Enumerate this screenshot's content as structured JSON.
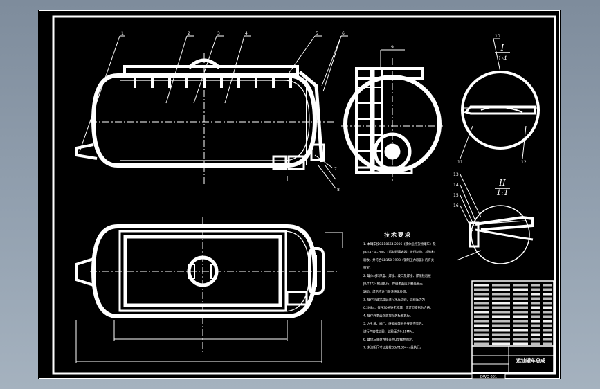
{
  "drawing": {
    "colors": {
      "background": "#000000",
      "line": "#ffffff",
      "frame": "#e8e8e8"
    },
    "callouts": {
      "main_view": [
        "1",
        "2",
        "3",
        "4",
        "5",
        "6",
        "7",
        "8"
      ],
      "side_view": [
        "9"
      ],
      "detail_i_leader": [
        "10"
      ],
      "detail_i_side": [
        "11",
        "12"
      ],
      "detail_ii": [
        "13",
        "14",
        "15",
        "16"
      ]
    },
    "detail_i_label": {
      "numeral": "I",
      "scale": "1:4"
    },
    "detail_ii_label": {
      "numeral": "II",
      "scale": "1:1"
    },
    "tech_requirements": {
      "title": "技术要求",
      "lines": [
        "1. 本罐车按GB18564-2006《液体危险货物罐车》及",
        "   JB/T4734-2002《铝制焊接容器》进行制造、检验和",
        "   验收，并符合GB150-1998《钢制压力容器》的有关",
        "   规定。",
        "2. 罐体材料厚度、焊接、坡口及焊接、焊缝检验按",
        "   JB/T4734附录执行，焊缝表面应平整光滑无",
        "   缺陷，焊后应进行酸洗钝化处理。",
        "3. 罐体制造完成后进行水压试验，试验压力为",
        "   0.2MPa，保压30分钟无渗漏、无可见变形为合格。",
        "4. 罐体外表面涂装按相关标准执行。",
        "5. 人孔盖、阀门、呼吸阀等附件安装完毕后，",
        "   进行气密性试验，试验压力0.15MPa。",
        "6. 罐体与底盘连接采用U型螺栓固定。",
        "7. 未注明尺寸公差按GB/T1804-m级执行。"
      ]
    },
    "title_block": {
      "drawing_title": "运油罐车总成",
      "drawing_number": "DWG-001"
    }
  }
}
